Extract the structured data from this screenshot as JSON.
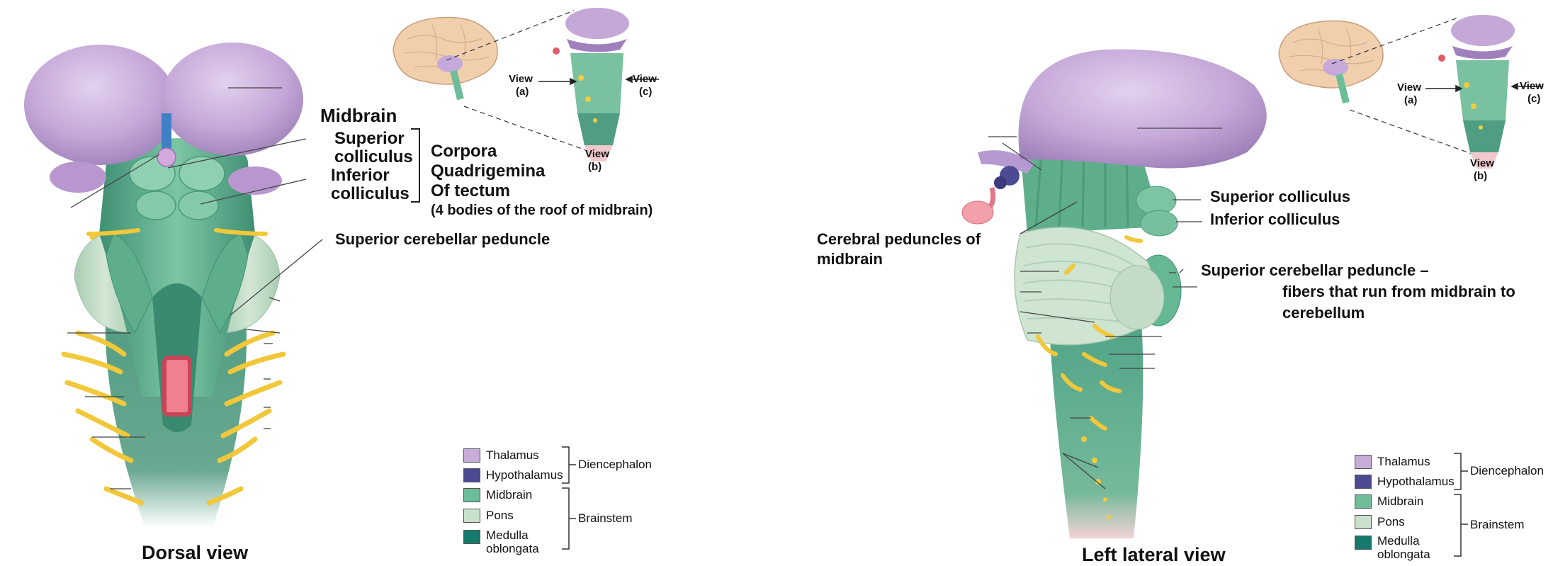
{
  "colors": {
    "thalamus": "#c7abd9",
    "hypothalamus": "#4b4a93",
    "midbrain": "#6dbd9a",
    "pons": "#c9e0cc",
    "medulla": "#157a6d",
    "nerve": "#f2cc3e",
    "vessel": "#e15b6a",
    "cerebrum": "#f3d3b2"
  },
  "left_panel": {
    "caption": "Dorsal view",
    "midbrain_title": "Midbrain",
    "superior_colliculus": [
      "Superior",
      "colliculus"
    ],
    "inferior_colliculus": [
      "Inferior",
      "colliculus"
    ],
    "corpora_lines": [
      "Corpora",
      "Quadrigemina",
      "Of tectum"
    ],
    "corpora_note": "(4 bodies of the roof of midbrain)",
    "superior_cerebellar_peduncle": "Superior cerebellar peduncle",
    "inset": {
      "view_a": [
        "View",
        "(a)"
      ],
      "view_b": [
        "View",
        "(b)"
      ],
      "view_c": [
        "View",
        "(c)"
      ]
    }
  },
  "right_panel": {
    "caption": "Left lateral view",
    "superior_colliculus": "Superior colliculus",
    "inferior_colliculus": "Inferior colliculus",
    "cerebral_peduncles": [
      "Cerebral peduncles of",
      "midbrain"
    ],
    "superior_cerebellar_peduncle": [
      "Superior cerebellar peduncle –",
      "fibers that run from midbrain to",
      "cerebellum"
    ],
    "inset": {
      "view_a": [
        "View",
        "(a)"
      ],
      "view_b": [
        "View",
        "(b)"
      ],
      "view_c": [
        "View",
        "(c)"
      ]
    }
  },
  "legend": {
    "items": [
      "Thalamus",
      "Hypothalamus",
      "Midbrain",
      "Pons",
      [
        "Medulla",
        "oblongata"
      ]
    ],
    "groups": [
      "Diencephalon",
      "Brainstem"
    ]
  }
}
